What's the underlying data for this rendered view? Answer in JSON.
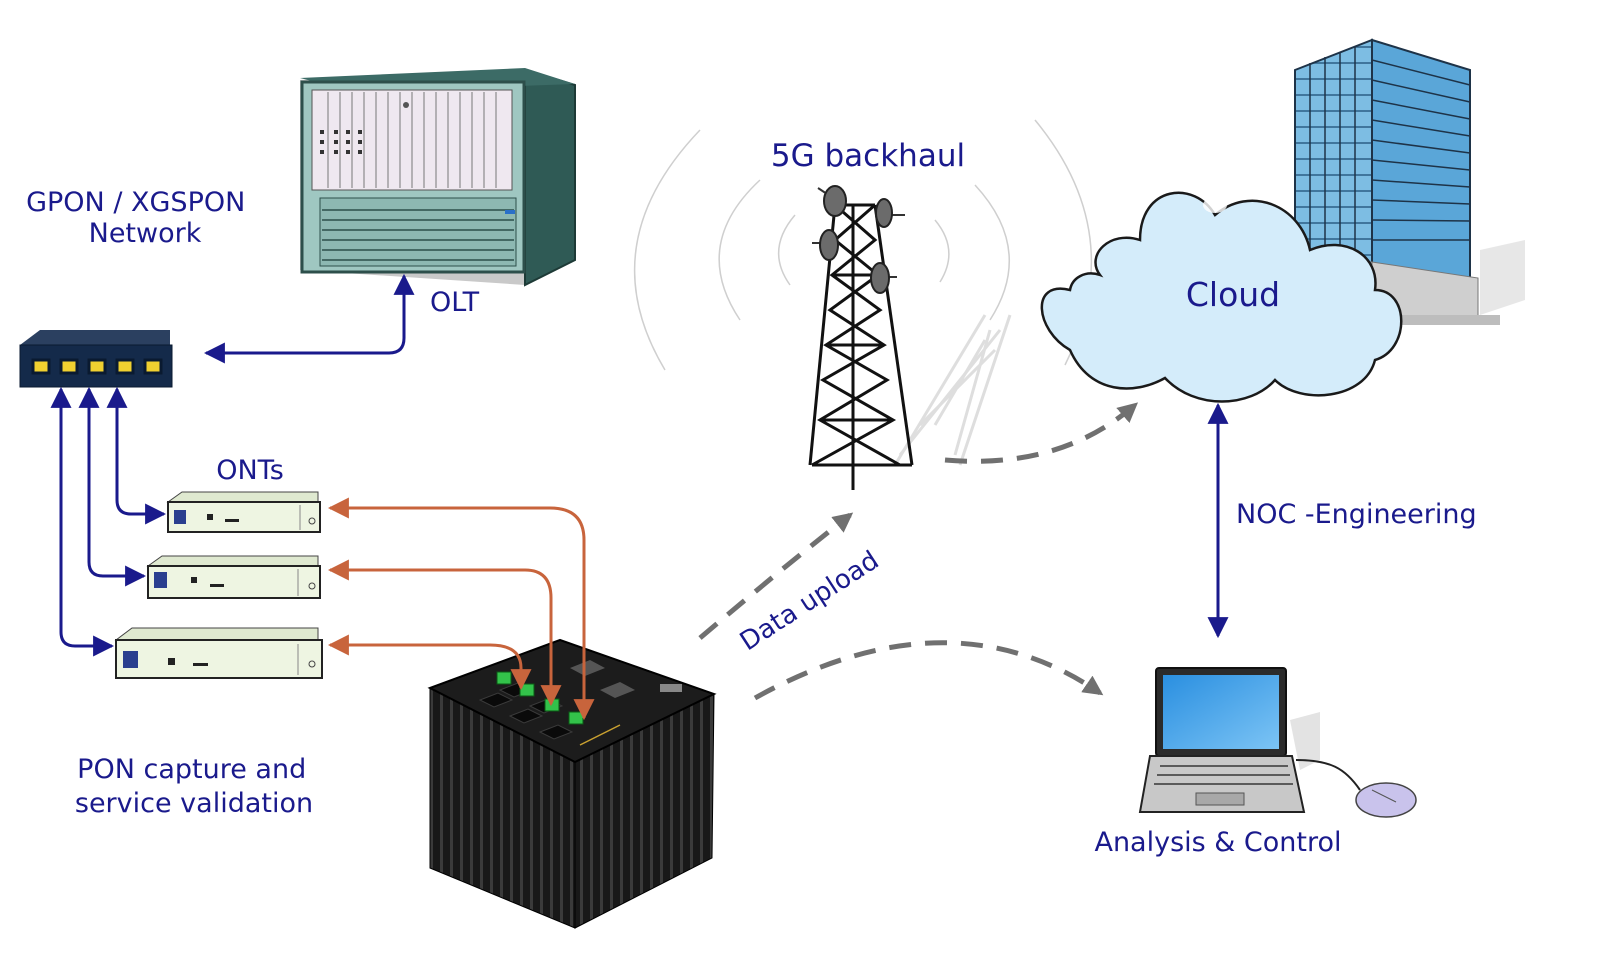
{
  "labels": {
    "network": [
      "GPON / XGSPON",
      "Network"
    ],
    "olt": "OLT",
    "backhaul": "5G backhaul",
    "cloud": "Cloud",
    "onts": "ONTs",
    "noc": "NOC -Engineering",
    "data_upload": "Data upload",
    "pon_capture": [
      "PON capture and",
      "service validation"
    ],
    "analysis": "Analysis & Control"
  },
  "colors": {
    "label_text": "#1a1a8c",
    "fiber_link": "#1a1a8c",
    "ethernet_link": "#c8643c",
    "wireless_flow": "#707070",
    "cloud_fill": "#d4ecfa",
    "building_glass": "#6fb3dc"
  }
}
